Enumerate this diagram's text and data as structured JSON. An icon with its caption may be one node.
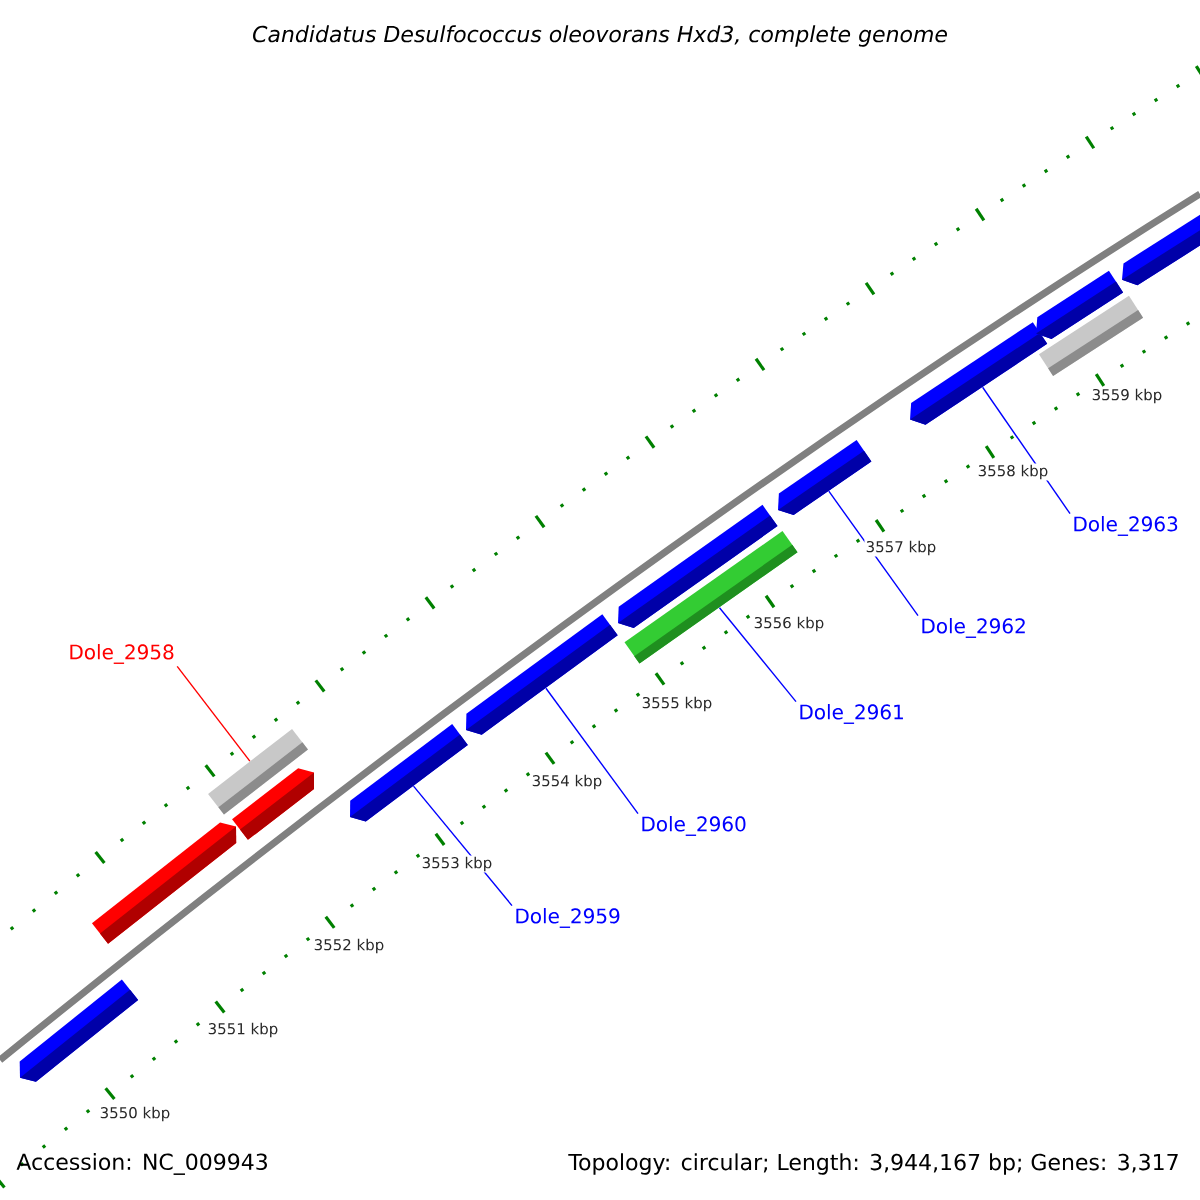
{
  "diagram": {
    "title": "Candidatus Desulfococcus oleovorans Hxd3, complete genome",
    "nodes": [
      {
        "text": [
          "Dole_2958"
        ]
      },
      {
        "text": [
          "Dole_2959"
        ]
      },
      {
        "text": [
          "Dole_2960"
        ]
      },
      {
        "text": [
          "Dole_2961"
        ]
      },
      {
        "text": [
          "Dole_2962"
        ]
      },
      {
        "text": [
          "Dole_2963"
        ]
      },
      {
        "text": [],
        "shape": "bar"
      },
      {
        "text": [],
        "shape": "bar"
      },
      {
        "text": [],
        "shape": "bar"
      },
      {
        "text": [],
        "shape": "bar"
      },
      {
        "text": [],
        "shape": "bar"
      },
      {
        "text": [],
        "shape": "bar"
      },
      {
        "text": [],
        "shape": "bar"
      },
      {
        "text": [],
        "shape": "bar"
      },
      {
        "text": [],
        "shape": "bar"
      },
      {
        "text": [],
        "shape": "bar"
      },
      {
        "text": [],
        "shape": "bar"
      },
      {
        "text": [],
        "shape": "bar"
      },
      {
        "text": [],
        "shape": "bar"
      }
    ],
    "edges": [
      {
        "from": 0,
        "to": 8,
        "arrow": "none",
        "color": "#ff0000"
      },
      {
        "from": 1,
        "to": 10,
        "arrow": "none"
      },
      {
        "from": 2,
        "to": 11,
        "arrow": "none"
      },
      {
        "from": 3,
        "to": 13,
        "arrow": "none"
      },
      {
        "from": 4,
        "to": 14,
        "arrow": "none"
      },
      {
        "from": 5,
        "to": 15,
        "arrow": "none"
      }
    ],
    "labels": [
      "3559 kbp",
      "3558 kbp",
      "3557 kbp",
      "3556 kbp",
      "3555 kbp",
      "3554 kbp",
      "3553 kbp",
      "3552 kbp",
      "3551 kbp",
      "3550 kbp",
      "Accession: NC_009943",
      "Topology: circular; Length: 3,944,167 bp; Genes: 3,317"
    ]
  }
}
